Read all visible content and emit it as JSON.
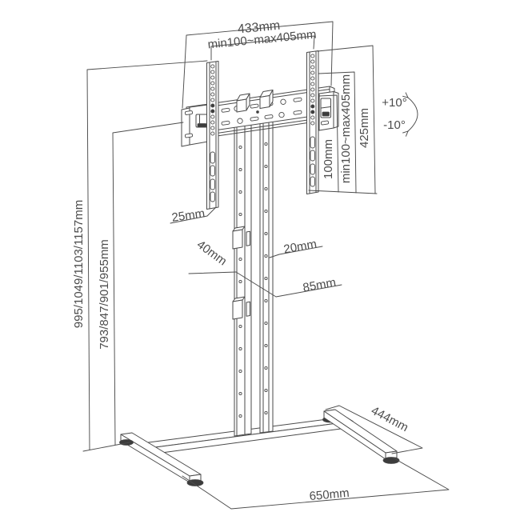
{
  "page": {
    "title": "TV floor stand dimension diagram"
  },
  "colors": {
    "line": "#4a4a4a",
    "dimension": "#4c4c4c",
    "pad": "#3c3c3c",
    "background": "#ffffff"
  },
  "dims": {
    "bracket_width": "433mm",
    "vesa_width": "min100~max405mm",
    "vesa_height": "min100~max405mm",
    "bracket_height": "425mm",
    "hole_pitch": "100mm",
    "tilt_up": "+10°",
    "tilt_down": "-10°",
    "strip_offset": "25mm",
    "column_depth_small": "40mm",
    "rail_width": "20mm",
    "column_depth": "85mm",
    "overall_height": "995/1049/1103/1157mm",
    "pole_height": "793/847/901/955mm",
    "base_depth": "444mm",
    "base_width": "650mm"
  }
}
